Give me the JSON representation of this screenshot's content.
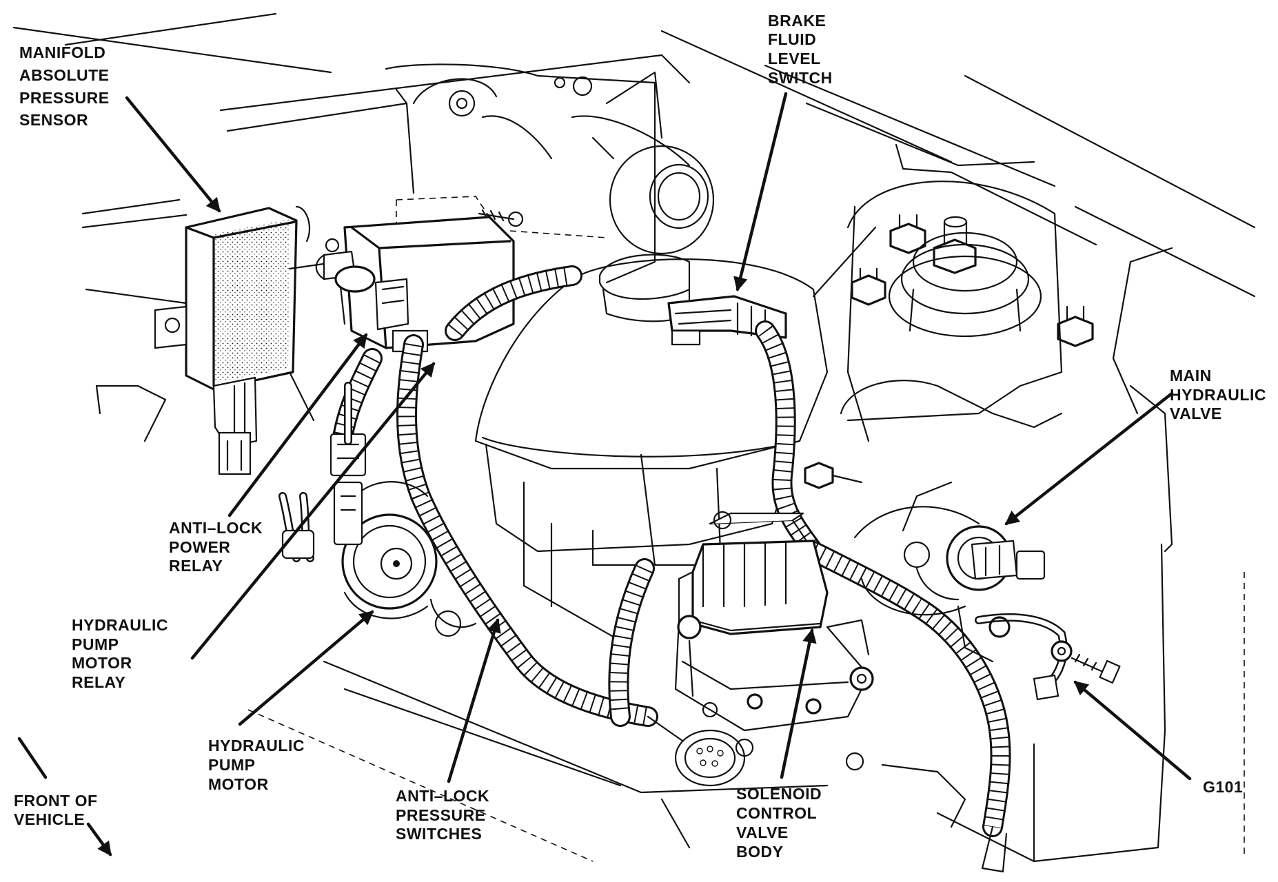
{
  "labels": {
    "manifold_absolute_pressure_sensor": [
      "MANIFOLD",
      "ABSOLUTE",
      "PRESSURE",
      "SENSOR"
    ],
    "brake_fluid_level_switch": [
      "BRAKE",
      "FLUID",
      "LEVEL",
      "SWITCH"
    ],
    "main_hydraulic_valve": [
      "MAIN",
      "HYDRAULIC",
      "VALVE"
    ],
    "anti_lock_power_relay": [
      "ANTI–LOCK",
      "POWER",
      "RELAY"
    ],
    "hydraulic_pump_motor_relay": [
      "HYDRAULIC",
      "PUMP",
      "MOTOR",
      "RELAY"
    ],
    "hydraulic_pump_motor": [
      "HYDRAULIC",
      "PUMP",
      "MOTOR"
    ],
    "anti_lock_pressure_switches": [
      "ANTI–LOCK",
      "PRESSURE",
      "SWITCHES"
    ],
    "solenoid_control_valve_body": [
      "SOLENOID",
      "CONTROL",
      "VALVE",
      "BODY"
    ],
    "g101": [
      "G101"
    ],
    "front_of_vehicle": [
      "FRONT OF",
      "VEHICLE"
    ]
  },
  "colors": {
    "ink": "#111111",
    "paper": "#ffffff"
  }
}
